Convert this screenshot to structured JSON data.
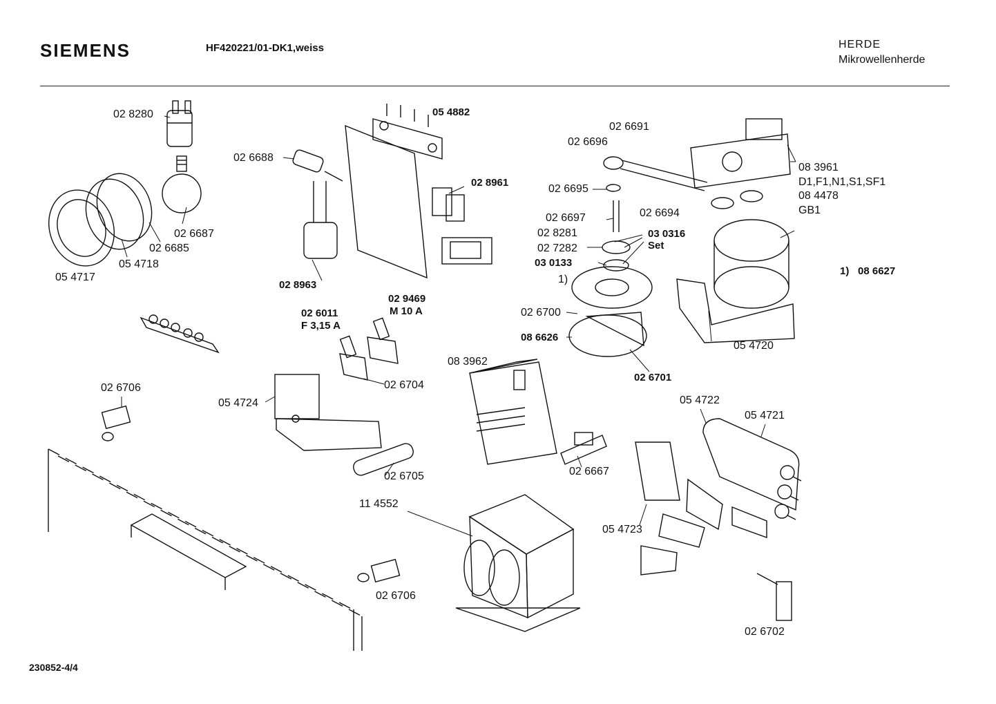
{
  "header": {
    "brand": "SIEMENS",
    "model": "HF420221/01-DK1,weiss",
    "category": "HERDE",
    "subcategory": "Mikrowellenherde"
  },
  "footer": {
    "ref": "230852-4/4"
  },
  "parts": [
    {
      "id": "p028280",
      "label": "02 8280"
    },
    {
      "id": "p026688",
      "label": "02 6688"
    },
    {
      "id": "p054882",
      "label": "05 4882"
    },
    {
      "id": "p028961",
      "label": "02 8961"
    },
    {
      "id": "p026687",
      "label": "02 6687"
    },
    {
      "id": "p026685",
      "label": "02 6685"
    },
    {
      "id": "p054718",
      "label": "05 4718"
    },
    {
      "id": "p054717",
      "label": "05 4717"
    },
    {
      "id": "p028963",
      "label": "02 8963"
    },
    {
      "id": "p026691",
      "label": "02 6691"
    },
    {
      "id": "p026696",
      "label": "02 6696"
    },
    {
      "id": "p026695",
      "label": "02 6695"
    },
    {
      "id": "p026694",
      "label": "02 6694"
    },
    {
      "id": "p026697",
      "label": "02 6697"
    },
    {
      "id": "p028281",
      "label": "02 8281"
    },
    {
      "id": "p030316",
      "label": "03 0316"
    },
    {
      "id": "pset",
      "label": "Set"
    },
    {
      "id": "p027282",
      "label": "02 7282"
    },
    {
      "id": "p030133",
      "label": "03 0133"
    },
    {
      "id": "pref1",
      "label": "1)"
    },
    {
      "id": "p083961",
      "label": "08 3961"
    },
    {
      "id": "pd1",
      "label": "D1,F1,N1,S1,SF1"
    },
    {
      "id": "p084478",
      "label": "08 4478"
    },
    {
      "id": "pgb1",
      "label": "GB1"
    },
    {
      "id": "pnote1",
      "label": "1)"
    },
    {
      "id": "p086627",
      "label": "08 6627"
    },
    {
      "id": "p026700",
      "label": "02 6700"
    },
    {
      "id": "p086626",
      "label": "08 6626"
    },
    {
      "id": "p026701",
      "label": "02 6701"
    },
    {
      "id": "p054720",
      "label": "05 4720"
    },
    {
      "id": "p029469",
      "label": "02 9469"
    },
    {
      "id": "pm10a",
      "label": "M 10 A"
    },
    {
      "id": "p026011",
      "label": "02 6011"
    },
    {
      "id": "pf315a",
      "label": "F 3,15 A"
    },
    {
      "id": "p026704",
      "label": "02 6704"
    },
    {
      "id": "p083962",
      "label": "08 3962"
    },
    {
      "id": "p026706a",
      "label": "02 6706"
    },
    {
      "id": "p054724",
      "label": "05 4724"
    },
    {
      "id": "p026705",
      "label": "02 6705"
    },
    {
      "id": "p026667",
      "label": "02 6667"
    },
    {
      "id": "p054722",
      "label": "05 4722"
    },
    {
      "id": "p054721",
      "label": "05 4721"
    },
    {
      "id": "p114552",
      "label": "11 4552"
    },
    {
      "id": "p054723",
      "label": "05 4723"
    },
    {
      "id": "p026706b",
      "label": "02  6706"
    },
    {
      "id": "p026702",
      "label": "02 6702"
    }
  ]
}
